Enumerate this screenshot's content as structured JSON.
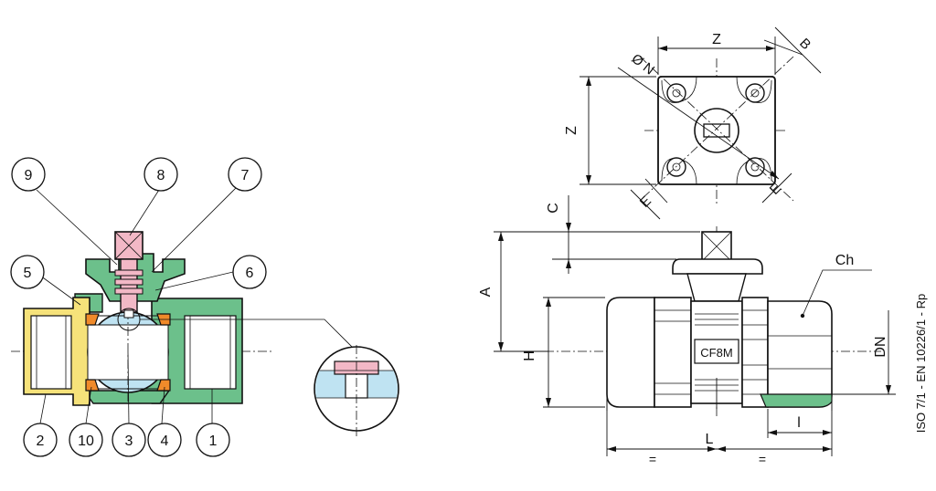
{
  "colors": {
    "body": "#6cc08b",
    "end_cap": "#f6e27a",
    "stem": "#f2b8c6",
    "ball": "#bfe3f2",
    "seat": "#f08a2a",
    "line": "#111111"
  },
  "callouts": [
    {
      "id": "1",
      "label": "1"
    },
    {
      "id": "2",
      "label": "2"
    },
    {
      "id": "3",
      "label": "3"
    },
    {
      "id": "4",
      "label": "4"
    },
    {
      "id": "5",
      "label": "5"
    },
    {
      "id": "6",
      "label": "6"
    },
    {
      "id": "7",
      "label": "7"
    },
    {
      "id": "8",
      "label": "8"
    },
    {
      "id": "9",
      "label": "9"
    },
    {
      "id": "10",
      "label": "10"
    }
  ],
  "dimensions": {
    "top_view": {
      "z_horizontal": "Z",
      "z_vertical": "Z",
      "bolt_circle": "Ø N",
      "b": "B",
      "e1": "E",
      "e2": "E"
    },
    "front_view": {
      "a": "A",
      "c": "C",
      "h": "H",
      "l": "L",
      "l_small": "l",
      "ch": "Ch",
      "dn": "DN",
      "half_left": "=",
      "half_right": "="
    }
  },
  "body_mark": "CF8M",
  "standard": "ISO 7/1 - EN 10226/1 - Rp"
}
